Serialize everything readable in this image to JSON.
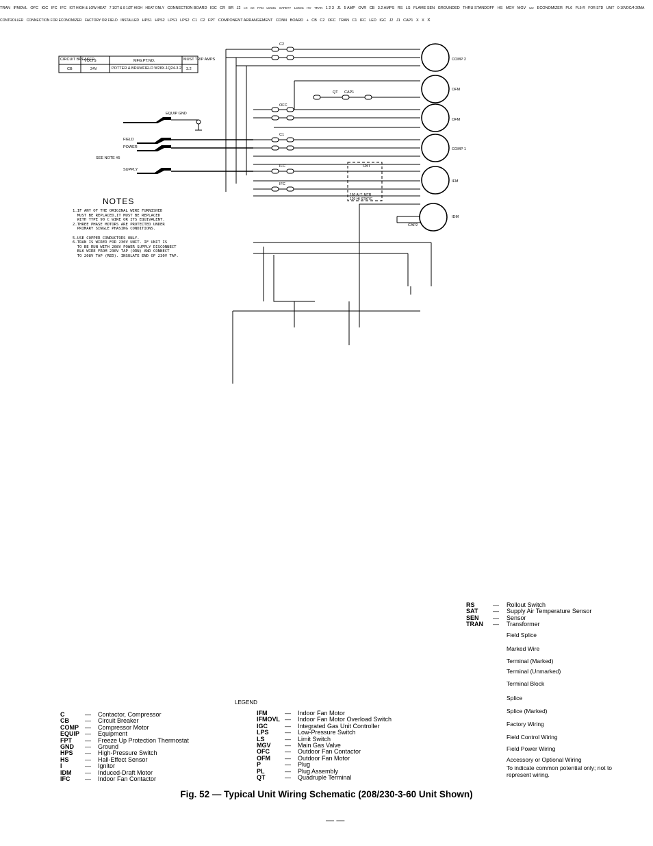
{
  "table": {
    "headers": [
      "CIRCUIT BREAKER",
      "VOLTS",
      "MFG.PT.NO.",
      "MUST TRIP AMPS"
    ],
    "row": [
      "CB",
      "24V",
      "POTTER & BRUMFIELD W28X-1Q24-3.2",
      "3.2"
    ]
  },
  "field_labels": {
    "equip_gnd": "EQUIP GND",
    "field": "FIELD",
    "power": "POWER",
    "supply": "SUPPLY",
    "see_note": "SEE NOTE #5"
  },
  "notes": {
    "title": "NOTES",
    "lines": [
      "1.IF ANY OF THE ORIGINAL WIRE FURNISHED",
      "  MUST BE REPLACED,IT MUST BE REPLACED",
      "  WITH TYPE 90 C WIRE OR ITS EQUIVALENT.",
      "2.THREE PHASE MOTORS ARE PROTECTED UNDER",
      "  PRIMARY SINGLE PHASING CONDITIONS.",
      "",
      "5.USE COPPER CONDUCTORS ONLY.",
      "6.TRAN IS WIRED FOR 230V UNIT. IF UNIT IS",
      "  TO BE RUN WITH 208V POWER SUPPLY DISCONNECT",
      "  BLK WIRE FROM 230V TAP (ORN) AND CONNECT",
      "  TO 208V TAP (RED). INSULATE END OF 230V TAP."
    ]
  },
  "components": {
    "comp2": "COMP 2",
    "ofm_top": "OFM",
    "ofm": "OFM",
    "comp1": "COMP 1",
    "ifm": "IFM",
    "idm": "IDM",
    "c2": "C2",
    "c1": "C1",
    "qt": "QT",
    "cap1": "CAP1",
    "cap2": "CAP2",
    "ofc": "OFC",
    "ifc": "IFC",
    "cbt": "CBT",
    "cbt_note": "150 ALT. MTR 120 HI STATIC",
    "tran": "TRAN",
    "ifmovl": "IFMOVL",
    "igc": "IGC",
    "cr": "CR",
    "br": "BR",
    "fan_logic": "FAN LOGIC",
    "safety_logic": "SAFETY LOGIC",
    "hv_tran": "HV TRAN",
    "cb_amps": "3.2 AMPS",
    "cb": "CB",
    "five_amp": "5 AMP",
    "ovr": "OVR",
    "rs": "RS",
    "ls": "LS",
    "flame_sen": "FLAME SEN",
    "grounded_standoff": "GROUNDED THRU STANDOFF",
    "hs": "HS",
    "mgv": "MGV",
    "conn_board": "CONNECTION BOARD",
    "hps1": "HPS1",
    "hps2": "HPS2",
    "lps1": "LPS1",
    "lps2": "LPS2",
    "fpt": "FPT",
    "economizer": "ECONOMIZER",
    "pl6": "PL6",
    "pl6_note": "PL6-R FOR STD UNIT",
    "controller_note": "0-10VDC/4-20MA CONTROLLER CONNECTION FOR ECONOMIZER FACTORY OR FIELD INSTALLED",
    "ifc_note": "IOT HIGH & LOW HEAT 7 1/2T & 8 1/2T HIGH HEAT ONLY",
    "sat": "SAT",
    "j1": "J1",
    "j2": "J2"
  },
  "arrangement": {
    "title": "COMPONENT ARRANGEMENT",
    "conn": "CONN",
    "board": "BOARD",
    "cb": "CB",
    "c2": "C2",
    "ofc": "OFC",
    "c1": "C1",
    "ifc": "IFC",
    "led": "LED",
    "igc": "IGC",
    "cap1": "CAP1",
    "tran": "TRAN",
    "j1": "J1",
    "j2": "J2"
  },
  "legend": {
    "title": "LEGEND",
    "col1": [
      [
        "C",
        "Contactor, Compressor"
      ],
      [
        "CB",
        "Circuit Breaker"
      ],
      [
        "COMP",
        "Compressor Motor"
      ],
      [
        "EQUIP",
        "Equipment"
      ],
      [
        "FPT",
        "Freeze Up Protection Thermostat"
      ],
      [
        "GND",
        "Ground"
      ],
      [
        "HPS",
        "High-Pressure Switch"
      ],
      [
        "HS",
        "Hall-Effect Sensor"
      ],
      [
        "I",
        "Ignitor"
      ],
      [
        "IDM",
        "Induced-Draft Motor"
      ],
      [
        "IFC",
        "Indoor Fan Contactor"
      ]
    ],
    "col2": [
      [
        "IFM",
        "Indoor Fan Motor"
      ],
      [
        "IFMOVL",
        "Indoor Fan Motor Overload Switch"
      ],
      [
        "IGC",
        "Integrated Gas Unit Controller"
      ],
      [
        "LPS",
        "Low-Pressure Switch"
      ],
      [
        "LS",
        "Limit Switch"
      ],
      [
        "MGV",
        "Main Gas Valve"
      ],
      [
        "OFC",
        "Outdoor Fan Contactor"
      ],
      [
        "OFM",
        "Outdoor Fan Motor"
      ],
      [
        "P",
        "Plug"
      ],
      [
        "PL",
        "Plug Assembly"
      ],
      [
        "QT",
        "Quadruple Terminal"
      ]
    ],
    "col3": [
      [
        "RS",
        "Rollout Switch"
      ],
      [
        "SAT",
        "Supply Air Temperature Sensor"
      ],
      [
        "SEN",
        "Sensor"
      ],
      [
        "TRAN",
        "Transformer"
      ]
    ],
    "symbols": [
      "Field Splice",
      "Marked Wire",
      "Terminal (Marked)",
      "Terminal (Unmarked)",
      "Terminal Block",
      "Splice",
      "Splice (Marked)",
      "Factory Wiring",
      "Field Control Wiring",
      "Field Power Wiring",
      "Accessory or Optional Wiring",
      "To indicate common potential only; not to represent wiring."
    ],
    "dash": "—"
  },
  "caption": "Fig. 52 — Typical Unit Wiring Schematic (208/230-3-60 Unit Shown)",
  "page_marks": "—   —"
}
